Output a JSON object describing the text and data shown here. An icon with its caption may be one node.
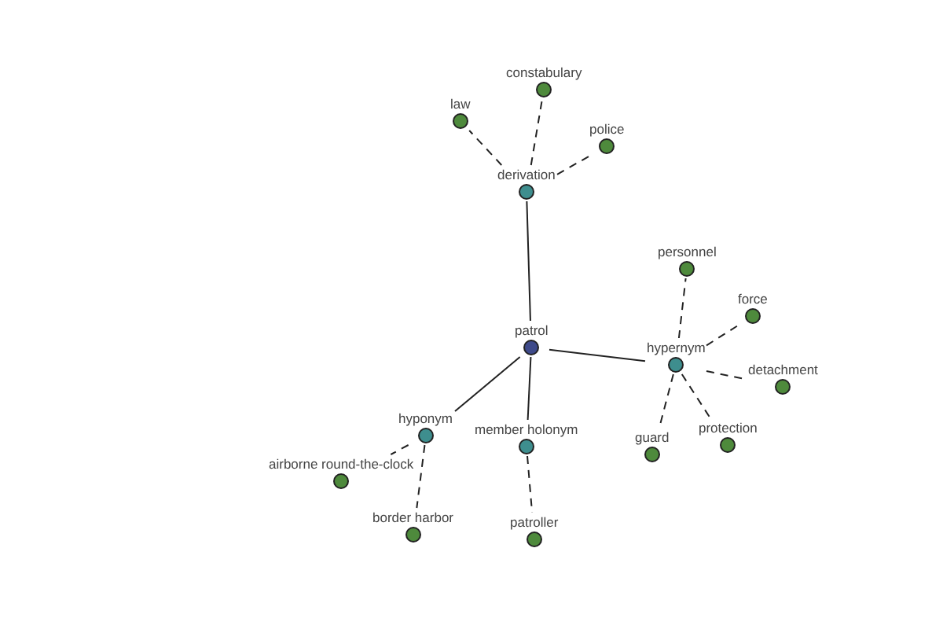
{
  "diagram": {
    "nodes": [
      {
        "text": [
          "constabulary"
        ]
      },
      {
        "text": [
          "law"
        ]
      },
      {
        "text": [
          "police"
        ]
      },
      {
        "text": [
          "derivation"
        ]
      },
      {
        "text": [
          "personnel"
        ]
      },
      {
        "text": [
          "force"
        ]
      },
      {
        "text": [
          "patrol"
        ]
      },
      {
        "text": [
          "hypernym"
        ]
      },
      {
        "text": [
          "detachment"
        ]
      },
      {
        "text": [
          "hyponym"
        ]
      },
      {
        "text": [
          "protection"
        ]
      },
      {
        "text": [
          "member holonym"
        ]
      },
      {
        "text": [
          "guard"
        ]
      },
      {
        "text": [
          "airborne round-the-clock"
        ]
      },
      {
        "text": [
          "border harbor"
        ]
      },
      {
        "text": [
          "patroller"
        ]
      }
    ],
    "edges": [
      {
        "from": 6,
        "to": 3,
        "arrow": "none"
      },
      {
        "from": 6,
        "to": 7,
        "arrow": "none"
      },
      {
        "from": 6,
        "to": 9,
        "arrow": "none"
      },
      {
        "from": 6,
        "to": 11,
        "arrow": "none"
      },
      {
        "from": 3,
        "to": 0,
        "arrow": "none",
        "style": "dashed"
      },
      {
        "from": 3,
        "to": 1,
        "arrow": "none",
        "style": "dashed"
      },
      {
        "from": 3,
        "to": 2,
        "arrow": "none",
        "style": "dashed"
      },
      {
        "from": 7,
        "to": 4,
        "arrow": "none",
        "style": "dashed"
      },
      {
        "from": 7,
        "to": 5,
        "arrow": "none",
        "style": "dashed"
      },
      {
        "from": 7,
        "to": 8,
        "arrow": "none",
        "style": "dashed"
      },
      {
        "from": 7,
        "to": 10,
        "arrow": "none",
        "style": "dashed"
      },
      {
        "from": 7,
        "to": 12,
        "arrow": "none",
        "style": "dashed"
      },
      {
        "from": 9,
        "to": 13,
        "arrow": "none",
        "style": "dashed"
      },
      {
        "from": 9,
        "to": 14,
        "arrow": "none",
        "style": "dashed"
      },
      {
        "from": 11,
        "to": 15,
        "arrow": "none",
        "style": "dashed"
      }
    ]
  }
}
